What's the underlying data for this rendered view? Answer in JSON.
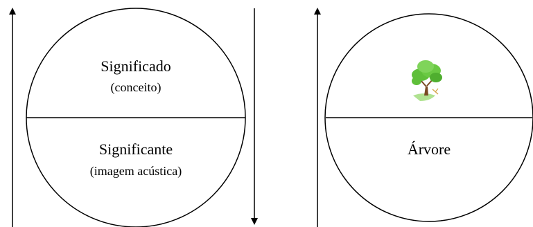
{
  "left_sign": {
    "top_term": "Significado",
    "top_note": "(conceito)",
    "bottom_term": "Significante",
    "bottom_note": "(imagem acústica)"
  },
  "right_sign": {
    "top_image": "tree-icon",
    "bottom_term": "Árvore"
  },
  "colors": {
    "stroke": "#000000",
    "background": "#ffffff",
    "tree_leaves": "#5fbf3a",
    "tree_trunk": "#7a4a24"
  }
}
